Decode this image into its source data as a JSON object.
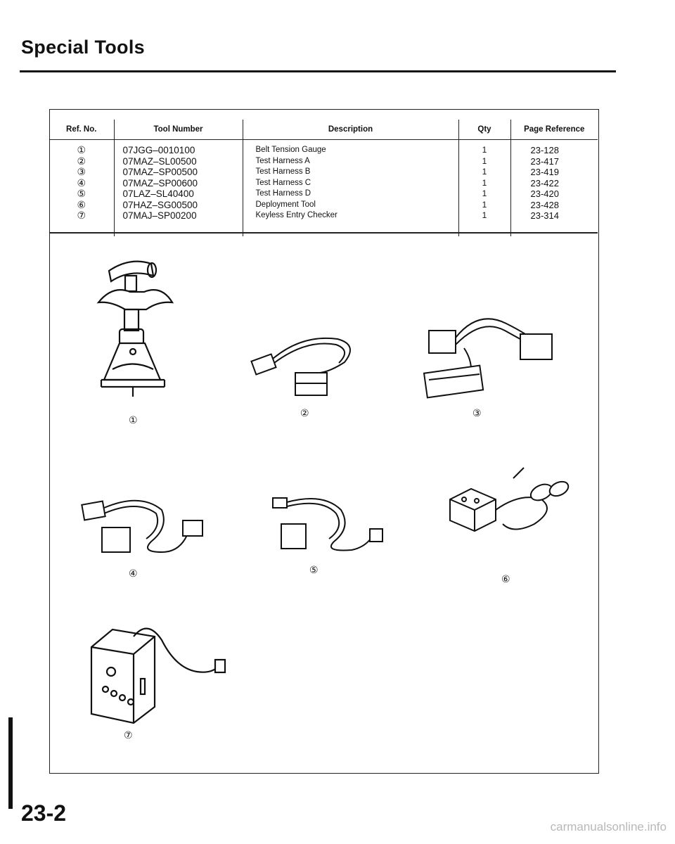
{
  "page": {
    "title": "Special Tools",
    "page_number": "23-2",
    "watermark": "carmanualsonline.info"
  },
  "table": {
    "headers": {
      "ref": "Ref. No.",
      "tool": "Tool Number",
      "desc": "Description",
      "qty": "Qty",
      "page": "Page Reference"
    },
    "rows": [
      {
        "ref": "①",
        "tool": "07JGG–0010100",
        "desc": "Belt Tension Gauge",
        "qty": "1",
        "page": "23-128"
      },
      {
        "ref": "②",
        "tool": "07MAZ–SL00500",
        "desc": "Test Harness A",
        "qty": "1",
        "page": "23-417"
      },
      {
        "ref": "③",
        "tool": "07MAZ–SP00500",
        "desc": "Test Harness B",
        "qty": "1",
        "page": "23-419"
      },
      {
        "ref": "④",
        "tool": "07MAZ–SP00600",
        "desc": "Test Harness C",
        "qty": "1",
        "page": "23-422"
      },
      {
        "ref": "⑤",
        "tool": "07LAZ–SL40400",
        "desc": "Test Harness D",
        "qty": "1",
        "page": "23-420"
      },
      {
        "ref": "⑥",
        "tool": "07HAZ–SG00500",
        "desc": "Deployment Tool",
        "qty": "1",
        "page": "23-428"
      },
      {
        "ref": "⑦",
        "tool": "07MAJ–SP00200",
        "desc": "Keyless Entry Checker",
        "qty": "1",
        "page": "23-314"
      }
    ]
  },
  "callouts": [
    "①",
    "②",
    "③",
    "④",
    "⑤",
    "⑥",
    "⑦"
  ]
}
